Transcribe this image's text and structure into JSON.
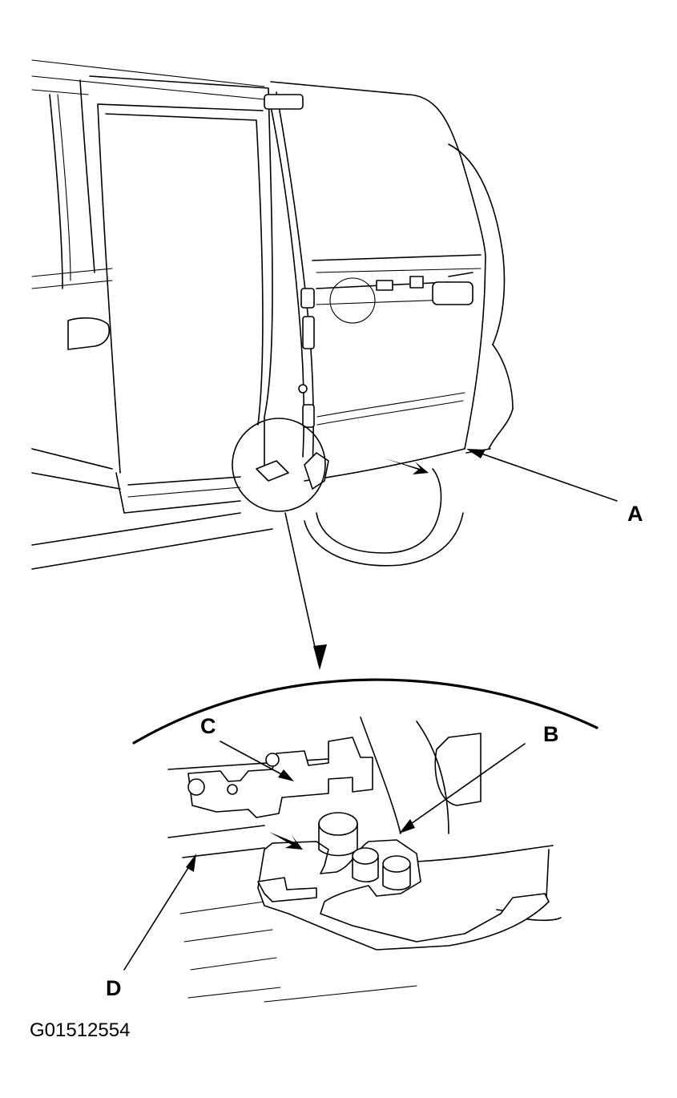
{
  "callouts": {
    "a": "A",
    "b": "B",
    "c": "C",
    "d": "D"
  },
  "figure_id": "G01512554"
}
